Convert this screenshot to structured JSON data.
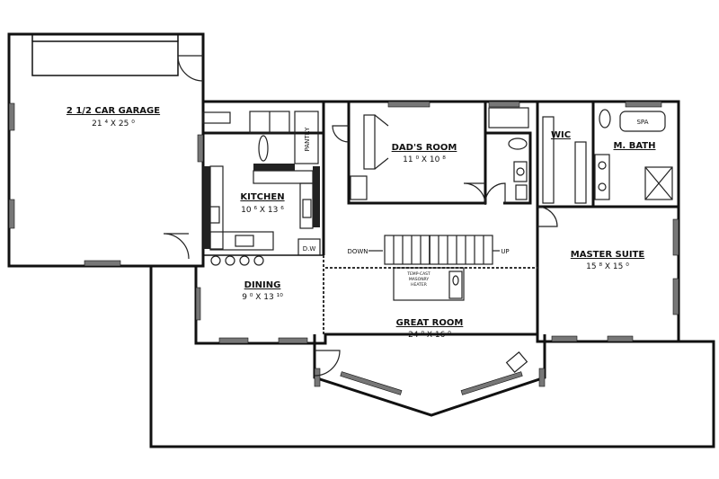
{
  "rooms": {
    "garage": {
      "name": "2 1/2 CAR GARAGE",
      "size": "21 ⁴ X 25 ⁰"
    },
    "kitchen": {
      "name": "KITCHEN",
      "size": "10 ⁶ X 13 ⁶"
    },
    "dining": {
      "name": "DINING",
      "size": "9 ⁰ X 13 ¹⁰"
    },
    "dads_room": {
      "name": "DAD'S ROOM",
      "size": "11 ⁰ X 10 ⁸"
    },
    "great_room": {
      "name": "GREAT ROOM",
      "size": "24 ⁰ X 16 ⁰"
    },
    "master_suite": {
      "name": "MASTER SUITE",
      "size": "15 ⁸ X 15 ⁰"
    },
    "m_bath": {
      "name": "M. BATH"
    }
  },
  "labels": {
    "pantry": "PANTRY",
    "wic": "WIC",
    "spa": "SPA",
    "dw": "D.W",
    "stair_down": "DOWN",
    "stair_up": "UP",
    "heater_line1": "TEMP-CAST",
    "heater_line2": "MASONRY",
    "heater_line3": "HEATER"
  }
}
